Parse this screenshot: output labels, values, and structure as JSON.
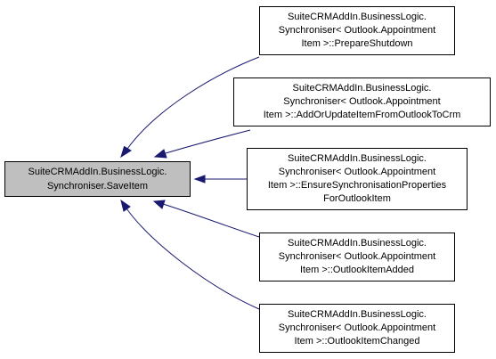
{
  "graph": {
    "focus_node": {
      "lines": [
        "SuiteCRMAddIn.BusinessLogic.",
        "Synchroniser.SaveItem"
      ]
    },
    "callers": [
      {
        "name": "PrepareShutdown",
        "lines": [
          "SuiteCRMAddIn.BusinessLogic.",
          "Synchroniser< Outlook.Appointment",
          "Item >::PrepareShutdown"
        ]
      },
      {
        "name": "AddOrUpdateItemFromOutlookToCrm",
        "lines": [
          "SuiteCRMAddIn.BusinessLogic.",
          "Synchroniser< Outlook.Appointment",
          "Item >::AddOrUpdateItemFromOutlookToCrm"
        ]
      },
      {
        "name": "EnsureSynchronisationPropertiesForOutlookItem",
        "lines": [
          "SuiteCRMAddIn.BusinessLogic.",
          "Synchroniser< Outlook.Appointment",
          "Item >::EnsureSynchronisationProperties",
          "ForOutlookItem"
        ]
      },
      {
        "name": "OutlookItemAdded",
        "lines": [
          "SuiteCRMAddIn.BusinessLogic.",
          "Synchroniser< Outlook.Appointment",
          "Item >::OutlookItemAdded"
        ]
      },
      {
        "name": "OutlookItemChanged",
        "lines": [
          "SuiteCRMAddIn.BusinessLogic.",
          "Synchroniser< Outlook.Appointment",
          "Item >::OutlookItemChanged"
        ]
      }
    ],
    "colors": {
      "focus_fill": "#bfbfbf",
      "node_fill": "#ffffff",
      "border": "#000000",
      "edge": "#191970"
    }
  }
}
